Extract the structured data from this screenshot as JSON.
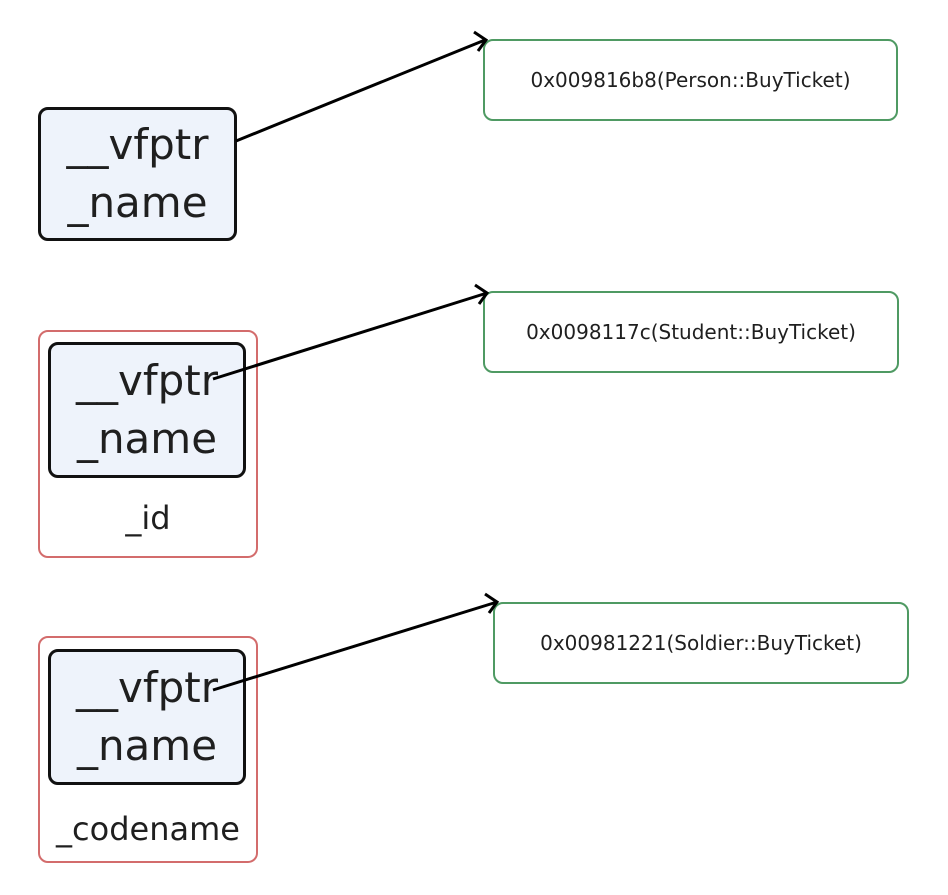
{
  "diagram": {
    "person": {
      "vfptr": "__vfptr",
      "name": "_name",
      "vtable_entry": "0x009816b8(Person::BuyTicket)"
    },
    "student": {
      "vfptr": "__vfptr",
      "name": "_name",
      "own_field": "_id",
      "vtable_entry": "0x0098117c(Student::BuyTicket)"
    },
    "soldier": {
      "vfptr": "__vfptr",
      "name": "_name",
      "own_field": "_codename",
      "vtable_entry": "0x00981221(Soldier::BuyTicket)"
    }
  },
  "colors": {
    "object_fill": "#eef3fb",
    "object_border": "#111111",
    "derived_border": "#d36c6c",
    "vtable_border": "#4f9a63",
    "arrow": "#000000"
  },
  "icons": {
    "arrow": "arrow-right-icon"
  }
}
